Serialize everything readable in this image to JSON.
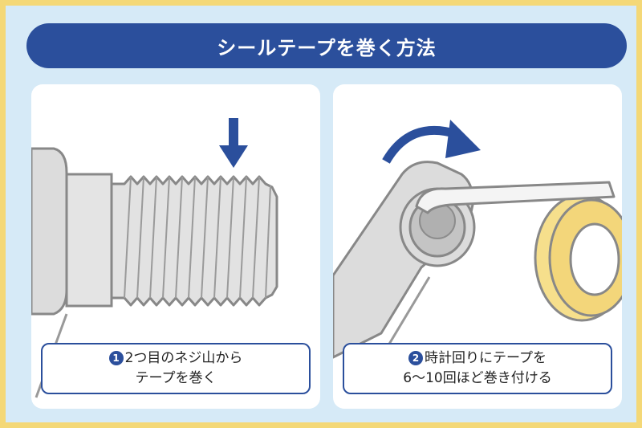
{
  "title": "シールテープを巻く方法",
  "colors": {
    "frame_border": "#f4d877",
    "background": "#d6eaf7",
    "accent": "#2b4f9c",
    "metal": "#d8d8d8",
    "tape": "#f6df8c"
  },
  "steps": [
    {
      "number": "1",
      "line1": "2つ目のネジ山から",
      "line2": "テープを巻く",
      "icon": "arrow-down-icon"
    },
    {
      "number": "2",
      "line1": "時計回りにテープを",
      "line2": "6～10回ほど巻き付ける",
      "icon": "rotate-clockwise-icon"
    }
  ]
}
